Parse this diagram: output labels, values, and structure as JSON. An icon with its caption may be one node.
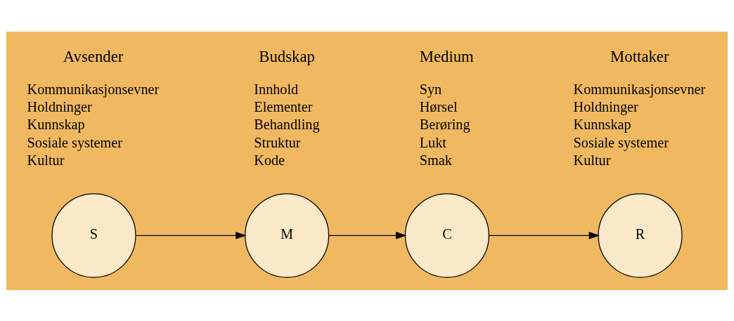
{
  "diagram": {
    "nodes": [
      {
        "text": [
          "S"
        ],
        "beside": [
          "Avsender",
          "Kommunikasjonsevner",
          "Holdninger",
          "Kunnskap",
          "Sosiale systemer",
          "Kultur"
        ]
      },
      {
        "text": [
          "M"
        ],
        "beside": [
          "Budskap",
          "Innhold",
          "Elementer",
          "Behandling",
          "Struktur",
          "Kode"
        ]
      },
      {
        "text": [
          "C"
        ],
        "beside": [
          "Medium",
          "Syn",
          "Hørsel",
          "Berøring",
          "Lukt",
          "Smak"
        ]
      },
      {
        "text": [
          "R"
        ],
        "beside": [
          "Mottaker",
          "Kommunikasjonsevner",
          "Holdninger",
          "Kunnskap",
          "Sosiale systemer",
          "Kultur"
        ]
      }
    ],
    "edges": [
      {
        "from": 0,
        "to": 1,
        "arrow": "to"
      },
      {
        "from": 1,
        "to": 2,
        "arrow": "to"
      },
      {
        "from": 2,
        "to": 3,
        "arrow": "to"
      }
    ]
  }
}
